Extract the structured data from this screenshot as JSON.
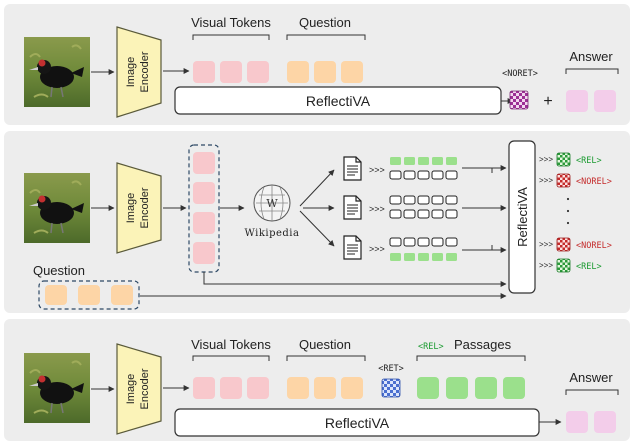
{
  "colors": {
    "panel_bg": "#ededed",
    "encoder_fill": "#fbf3b8",
    "encoder_stroke": "#5a5a3a",
    "visual_token": "#f8c8cc",
    "question_token": "#fdd5a6",
    "answer_token": "#f3cdea",
    "passage_token": "#c9ecbc",
    "passage_rel": "#9be08c",
    "rel_green": "#1a9a30",
    "norel_red": "#c42a2a",
    "ret_blue": "#3f67c9",
    "noret_purple": "#a13f9a"
  },
  "panel1": {
    "encoder_label_1": "Image",
    "encoder_label_2": "Encoder",
    "visual_tokens": "Visual Tokens",
    "question": "Question",
    "model": "ReflectiVA",
    "special_token": "<NORET>",
    "plus": "+",
    "answer": "Answer"
  },
  "panel2": {
    "encoder_label_1": "Image",
    "encoder_label_2": "Encoder",
    "wikipedia": "Wikipedia",
    "question": "Question",
    "model": "ReflectiVA",
    "rel": "<REL>",
    "norel": "<NOREL>",
    "chevrons": ">>>"
  },
  "panel3": {
    "encoder_label_1": "Image",
    "encoder_label_2": "Encoder",
    "visual_tokens": "Visual Tokens",
    "question": "Question",
    "rel_tag": "<REL>",
    "passages": "Passages",
    "ret_token": "<RET>",
    "model": "ReflectiVA",
    "answer": "Answer"
  },
  "icons": [
    "bird-photo",
    "document-icon",
    "wikipedia-globe-icon",
    "checker-token-icon",
    "arrow-icon"
  ]
}
